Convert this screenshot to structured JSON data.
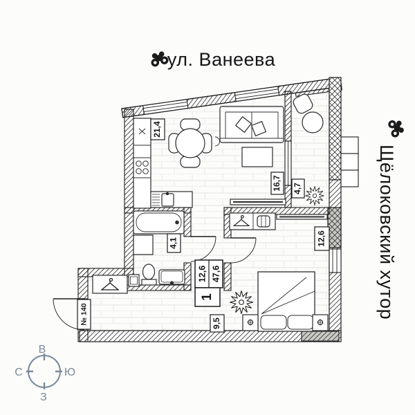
{
  "landmarks": {
    "street_top": "ул. Ванеева",
    "street_right": "Щёлоковский хутор"
  },
  "apartment": {
    "entrance_number": "№ 140",
    "stamp": {
      "rooms_count": "1",
      "living_area": "12,6",
      "total_area": "47,6"
    }
  },
  "rooms": {
    "kitchen_living": "21,4",
    "living_zone": "16,7",
    "balcony": "4,7",
    "bathroom": "4,1",
    "hallway": "9,5",
    "bedroom": "12,6"
  },
  "compass": {
    "top": "В",
    "right": "Ю",
    "bottom": "З",
    "left": "С",
    "color": "#7b8a99"
  },
  "colors": {
    "ink": "#1c1c1c",
    "wall_gray": "#c9c9c5",
    "floor_line": "#e2e2de",
    "background": "#fcfcfb"
  }
}
